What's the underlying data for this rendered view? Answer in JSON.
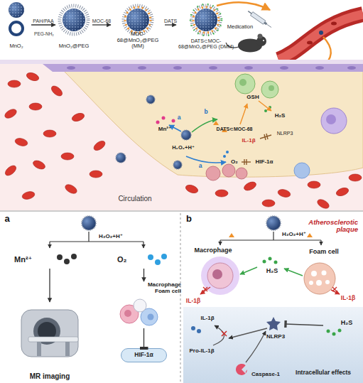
{
  "diagram": {
    "nodes": [
      {
        "text": [
          "MnO₂"
        ]
      },
      {
        "text": [
          "MnO₂@PEG"
        ]
      },
      {
        "text": [
          "MOC-68@MnO₂@PEG (MM)"
        ]
      },
      {
        "text": [
          "DATS⊂MOC-68@MnO₂@PEG (DMM)"
        ]
      },
      {
        "text": [
          "Mn²⁺"
        ]
      },
      {
        "text": [
          "O₂"
        ]
      },
      {
        "text": [
          "MR imaging"
        ]
      },
      {
        "text": [
          "Macrophage Foam cell"
        ]
      },
      {
        "text": [
          "HIF-1α"
        ]
      }
    ],
    "edges": [
      {
        "from": 0,
        "to": 1,
        "label": "PAH/PAA",
        "arrow": "to"
      },
      {
        "from": 1,
        "to": 2,
        "label": "MOC-68",
        "arrow": "to"
      },
      {
        "from": 2,
        "to": 3,
        "label": "DATS",
        "arrow": "to"
      },
      {
        "from": 4,
        "to": 6,
        "arrow": "to"
      },
      {
        "from": 5,
        "to": 7,
        "arrow": "to"
      },
      {
        "from": 7,
        "to": 8,
        "arrow": "to"
      }
    ],
    "labels": [
      "PEG-NH₂",
      "Medication",
      "Mn²⁺",
      "a",
      "b",
      "GSH",
      "H₂S",
      "DATS⊂MOC-68",
      "IL-1β",
      "NLRP3",
      "H₂O₂+H⁺",
      "a",
      "O₂",
      "HIF-1α",
      "Circulation",
      "a",
      "H₂O₂+H⁺",
      "b",
      "Atherosclerotic plaque",
      "H₂O₂+H⁺",
      "Macrophage",
      "Foam cell",
      "H₂S",
      "IL-1β",
      "IL-1β",
      "IL-1β",
      "NLRP3",
      "Pro-IL-1β",
      "Caspase-1",
      "H₂S",
      "Intracellular effects"
    ]
  }
}
